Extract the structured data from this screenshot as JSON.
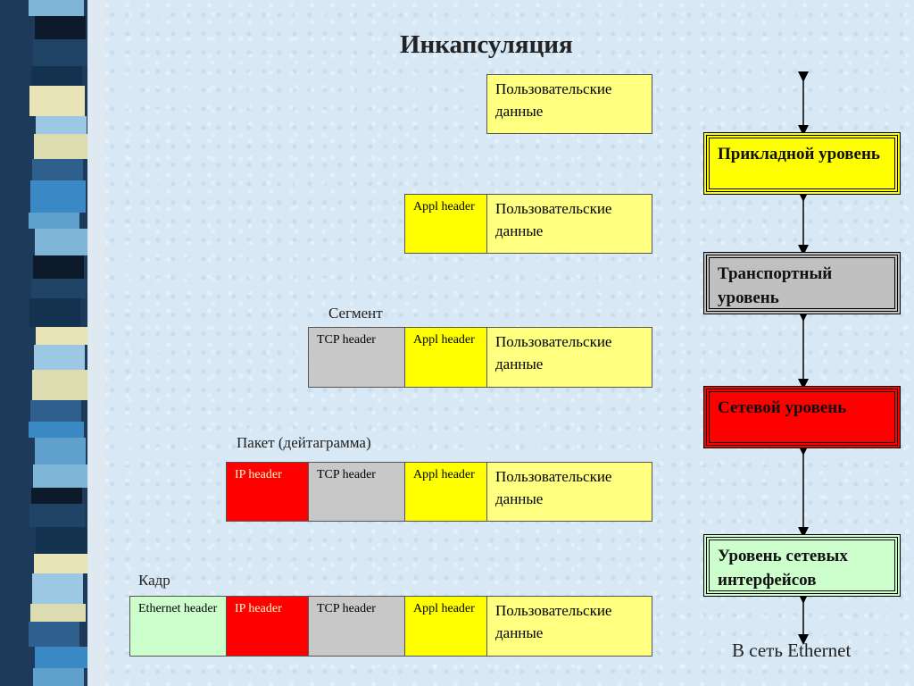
{
  "title": "Инкапсуляция",
  "labels": {
    "segment": "Сегмент",
    "packet": "Пакет (дейтаграмма)",
    "frame": "Кадр"
  },
  "cells": {
    "user_data": "Пользовательские данные",
    "appl_header": "Appl header",
    "tcp_header": "TCP header",
    "ip_header": "IP header",
    "ethernet_header": "Ethernet header"
  },
  "layers": {
    "application": "Прикладной уровень",
    "transport": "Транспортный уровень",
    "network": "Сетевой уровень",
    "interfaces": "Уровень сетевых интерфейсов"
  },
  "network_label": "В сеть Ethernet",
  "colors": {
    "application": "#ffff00",
    "transport": "#c0c0c0",
    "network": "#ff0000",
    "interfaces": "#ccffcc"
  }
}
